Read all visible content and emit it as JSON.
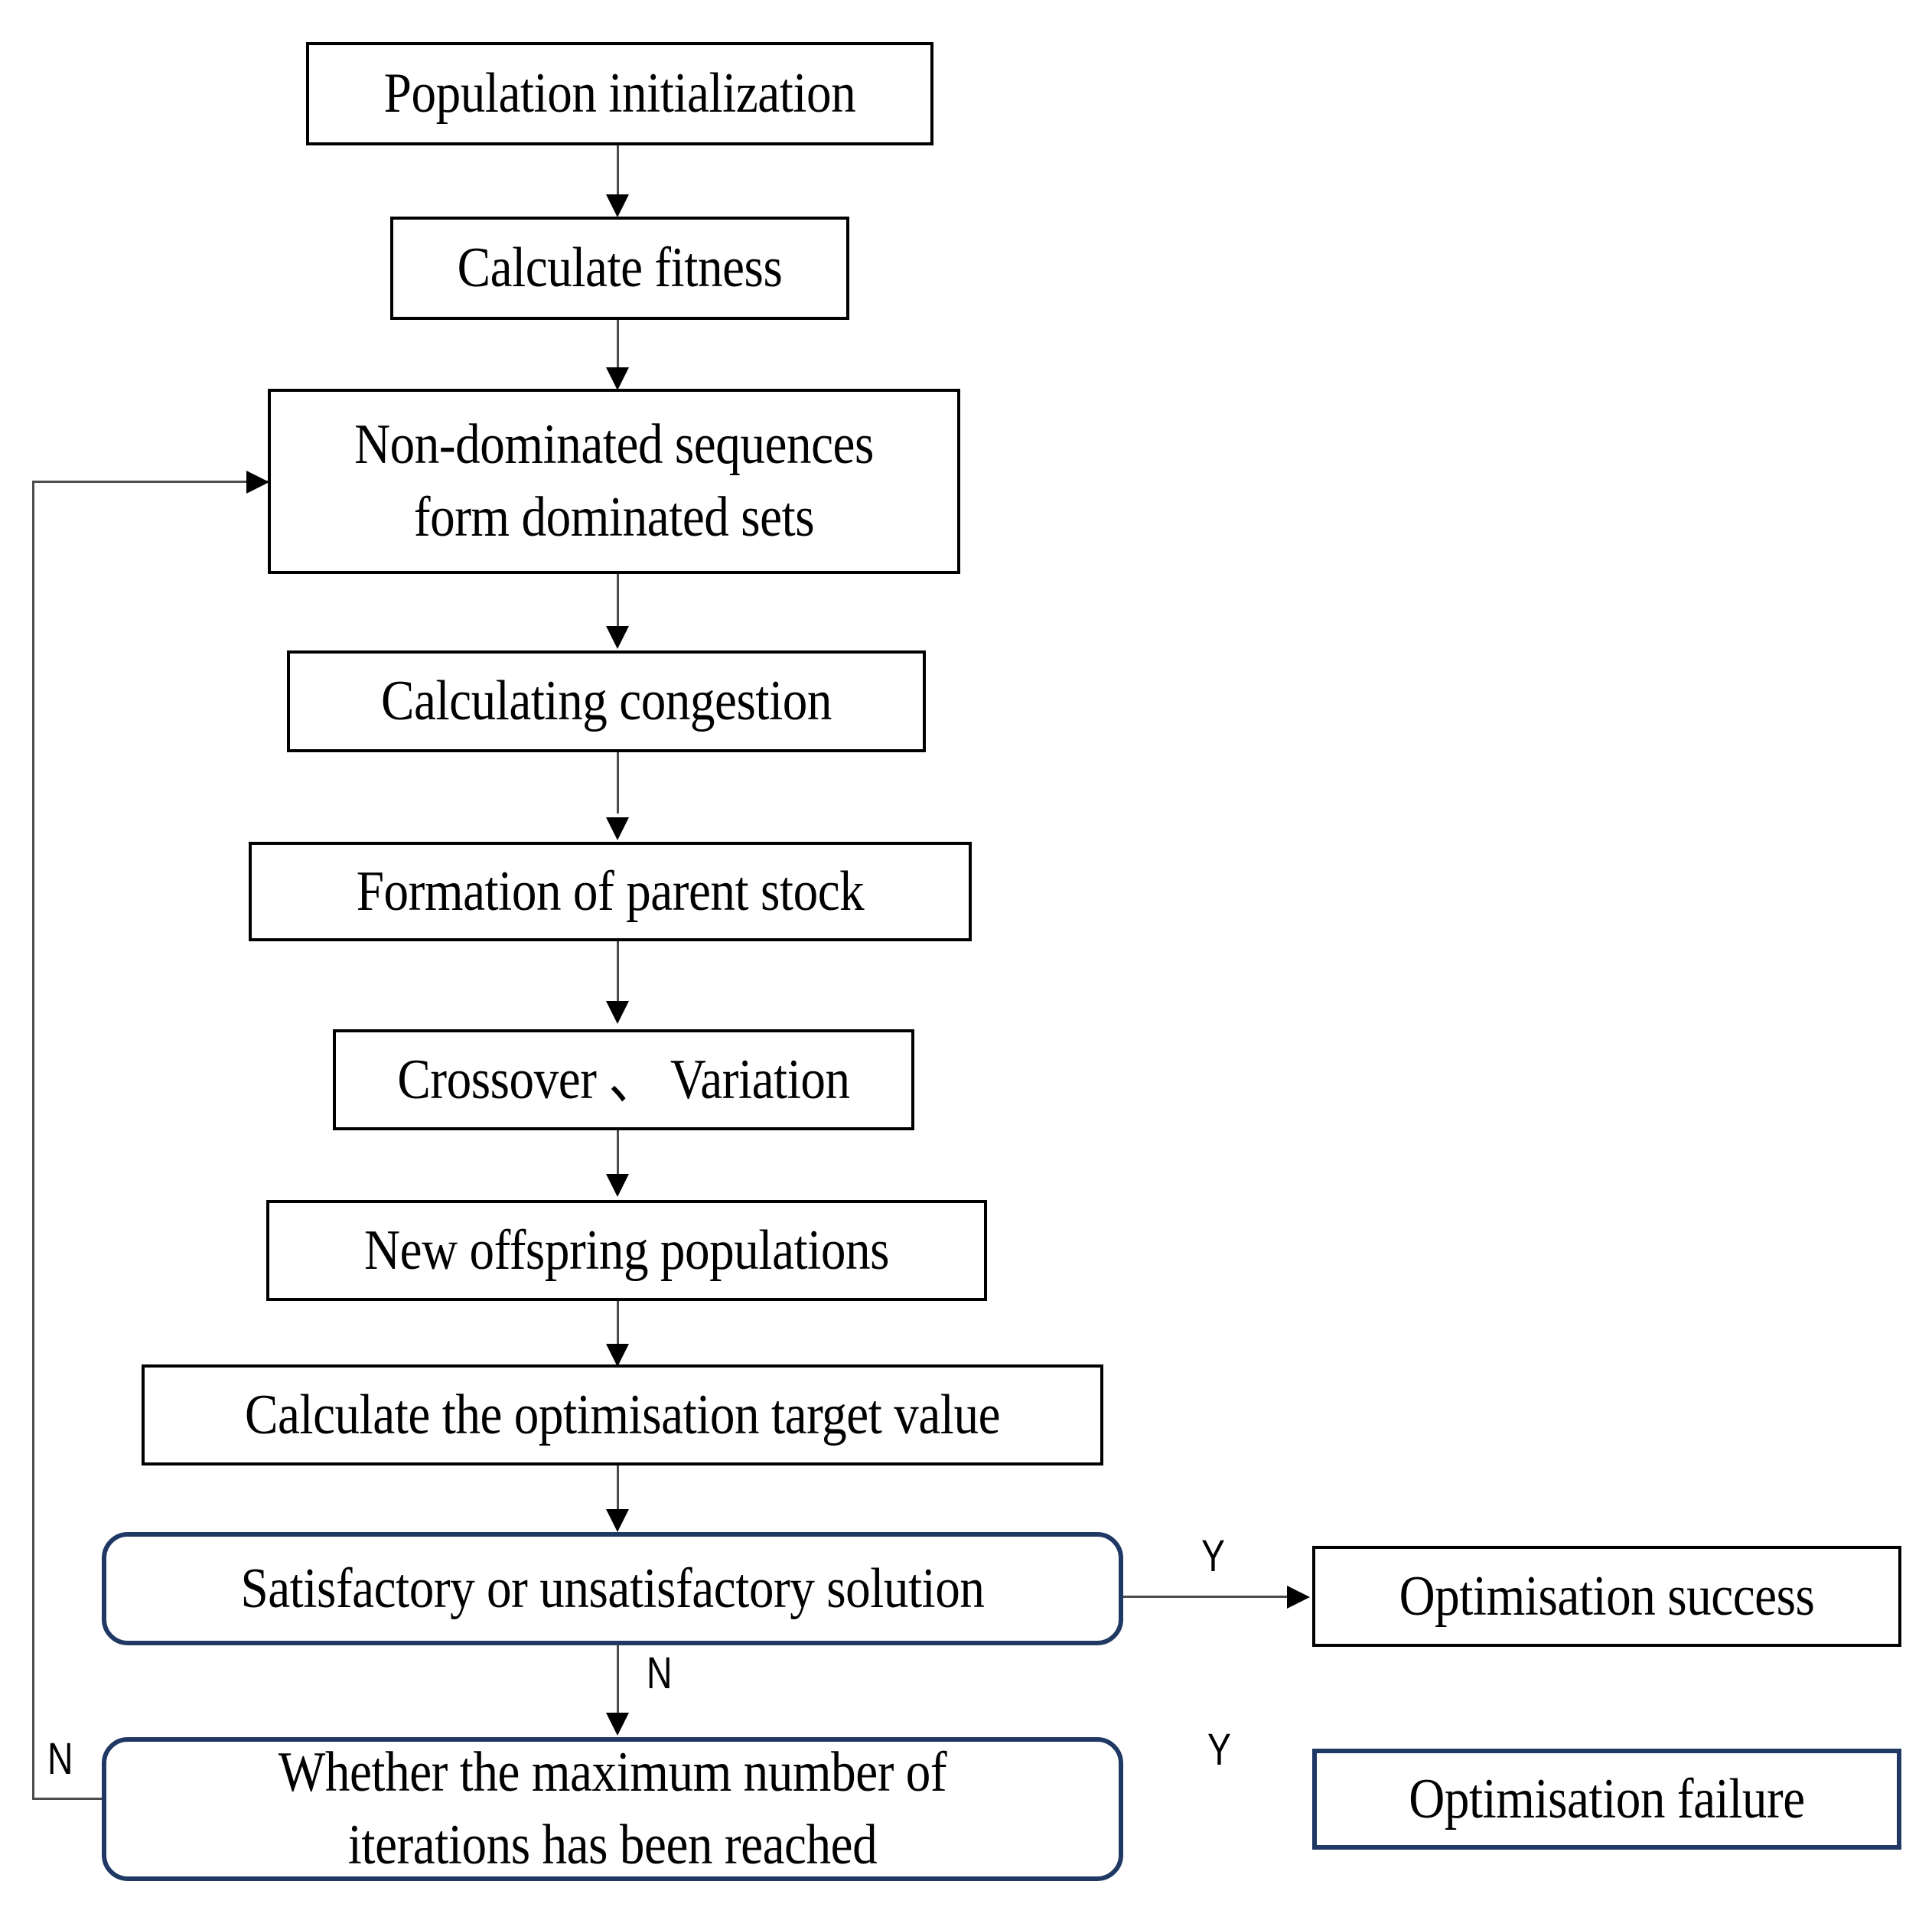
{
  "diagram": {
    "title": "NSGA-II multi-objective optimisation flowchart",
    "colors": {
      "process_border": "#000000",
      "decision_border": "#1f3864",
      "terminal_blue_border": "#1f3864",
      "connector": "#4d4d4d",
      "text": "#000000",
      "background": "#ffffff"
    },
    "nodes": [
      {
        "id": "population-initialization",
        "label": "Population initialization",
        "shape": "rectangle",
        "border": "black"
      },
      {
        "id": "calculate-fitness",
        "label": "Calculate fitness",
        "shape": "rectangle",
        "border": "black"
      },
      {
        "id": "non-dominated-sequences",
        "label": "Non-dominated sequences\nform dominated sets",
        "shape": "rectangle",
        "border": "black"
      },
      {
        "id": "calculating-congestion",
        "label": "Calculating congestion",
        "shape": "rectangle",
        "border": "black"
      },
      {
        "id": "formation-of-parent-stock",
        "label": "Formation of parent stock",
        "shape": "rectangle",
        "border": "black"
      },
      {
        "id": "crossover-variation",
        "label": "Crossover 、 Variation",
        "shape": "rectangle",
        "border": "black"
      },
      {
        "id": "new-offspring-populations",
        "label": "New offspring populations",
        "shape": "rectangle",
        "border": "black"
      },
      {
        "id": "calculate-optimisation-target",
        "label": "Calculate the optimisation target value",
        "shape": "rectangle",
        "border": "black"
      },
      {
        "id": "satisfactory-solution",
        "label": "Satisfactory or unsatisfactory solution",
        "shape": "rounded-rectangle",
        "border": "navy"
      },
      {
        "id": "maximum-iterations",
        "label": "Whether the maximum number of\niterations has been reached",
        "shape": "rounded-rectangle",
        "border": "navy"
      },
      {
        "id": "optimisation-success",
        "label": "Optimisation success",
        "shape": "rectangle",
        "border": "black"
      },
      {
        "id": "optimisation-failure",
        "label": "Optimisation failure",
        "shape": "rectangle",
        "border": "navy"
      }
    ],
    "edge_labels": {
      "satisfactory_yes": "Y",
      "satisfactory_no": "N",
      "iterations_yes": "Y",
      "iterations_no": "N"
    },
    "edges": [
      {
        "from": "population-initialization",
        "to": "calculate-fitness",
        "label": ""
      },
      {
        "from": "calculate-fitness",
        "to": "non-dominated-sequences",
        "label": ""
      },
      {
        "from": "non-dominated-sequences",
        "to": "calculating-congestion",
        "label": ""
      },
      {
        "from": "calculating-congestion",
        "to": "formation-of-parent-stock",
        "label": ""
      },
      {
        "from": "formation-of-parent-stock",
        "to": "crossover-variation",
        "label": ""
      },
      {
        "from": "crossover-variation",
        "to": "new-offspring-populations",
        "label": ""
      },
      {
        "from": "new-offspring-populations",
        "to": "calculate-optimisation-target",
        "label": ""
      },
      {
        "from": "calculate-optimisation-target",
        "to": "satisfactory-solution",
        "label": ""
      },
      {
        "from": "satisfactory-solution",
        "to": "optimisation-success",
        "label": "Y"
      },
      {
        "from": "satisfactory-solution",
        "to": "maximum-iterations",
        "label": "N"
      },
      {
        "from": "maximum-iterations",
        "to": "optimisation-failure",
        "label": "Y"
      },
      {
        "from": "maximum-iterations",
        "to": "non-dominated-sequences",
        "label": "N"
      }
    ]
  }
}
